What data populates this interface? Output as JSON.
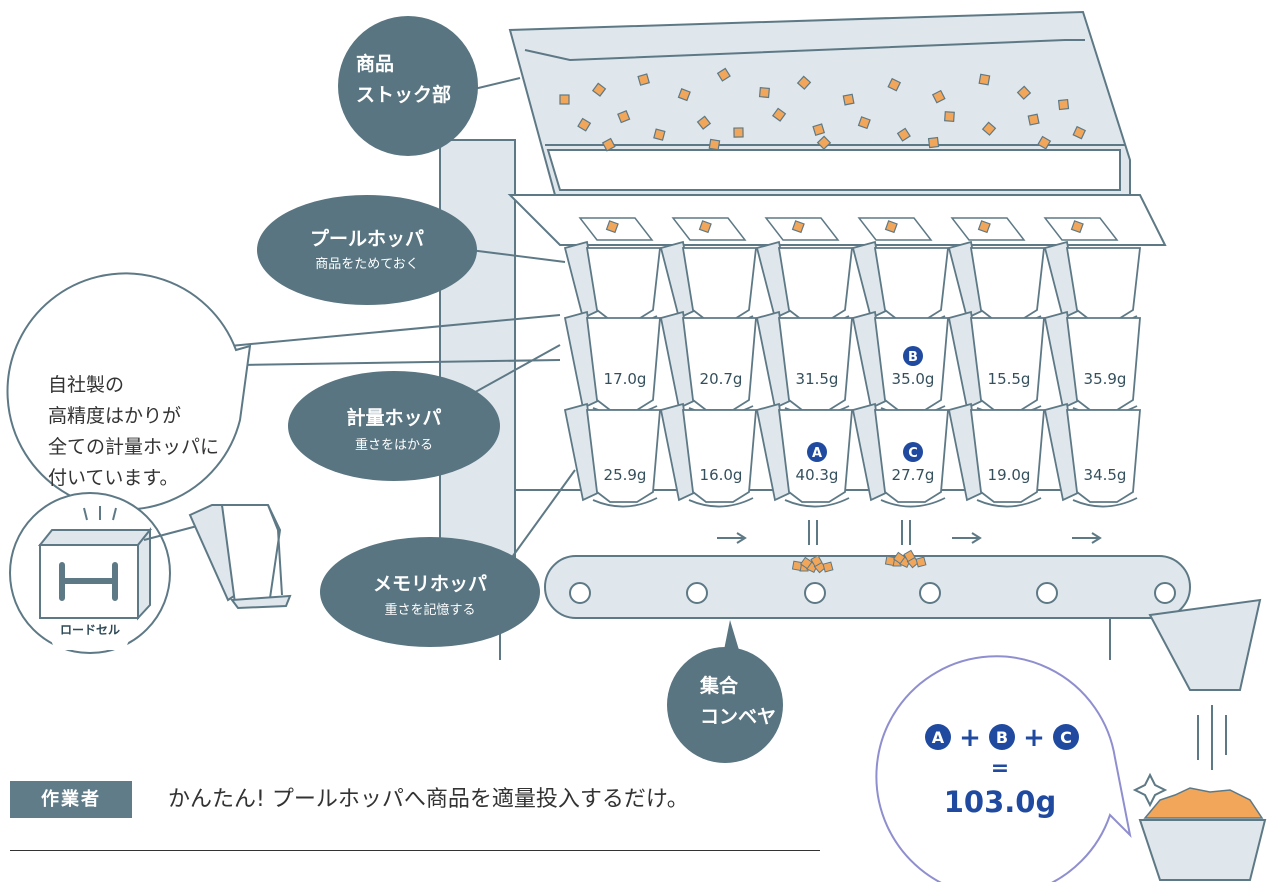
{
  "labels": {
    "stock": [
      "商品",
      "ストック部"
    ],
    "pool": {
      "title": "プールホッパ",
      "sub": "商品をためておく"
    },
    "weigh": {
      "title": "計量ホッパ",
      "sub": "重さをはかる"
    },
    "memory": {
      "title": "メモリホッパ",
      "sub": "重さを記憶する"
    },
    "conveyor": [
      "集合",
      "コンベヤ"
    ]
  },
  "note": {
    "lines": [
      "自社製の",
      "高精度はかりが",
      "全ての計量ホッパに",
      "付いています。"
    ],
    "loadcell": "ロードセル"
  },
  "weigh_row": [
    "17.0g",
    "20.7g",
    "31.5g",
    "35.0g",
    "15.5g",
    "35.9g"
  ],
  "memory_row": [
    "25.9g",
    "16.0g",
    "40.3g",
    "27.7g",
    "19.0g",
    "34.5g"
  ],
  "badges": {
    "a": "A",
    "b": "B",
    "c": "C"
  },
  "result": {
    "equals": "=",
    "total": "103.0g"
  },
  "footer": {
    "tag": "作業者",
    "text": "かんたん! プールホッパへ商品を適量投入するだけ。"
  },
  "colors": {
    "dark": "#587581",
    "light": "#dfe7ec",
    "line": "#5e7986",
    "product": "#f2a65a",
    "badge": "#1f4aa0",
    "bubble": "#8f8fd0"
  }
}
